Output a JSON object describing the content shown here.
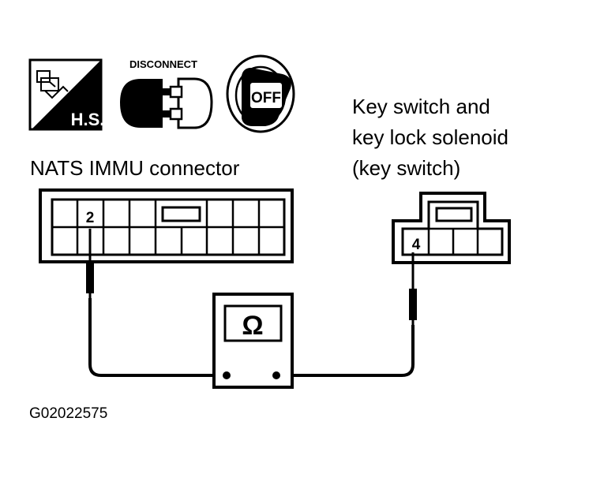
{
  "icons": {
    "hs_label": "H.S.",
    "disconnect_label": "DISCONNECT",
    "ignition_label": "OFF"
  },
  "left_connector": {
    "title": "NATS IMMU connector",
    "pin_label": "2"
  },
  "right_connector": {
    "title_line1": "Key switch and",
    "title_line2": "key lock solenoid",
    "title_line3": "(key switch)",
    "pin_label": "4"
  },
  "meter": {
    "symbol": "Ω"
  },
  "figure_code": "G02022575",
  "colors": {
    "ink": "#000000",
    "paper": "#ffffff"
  }
}
